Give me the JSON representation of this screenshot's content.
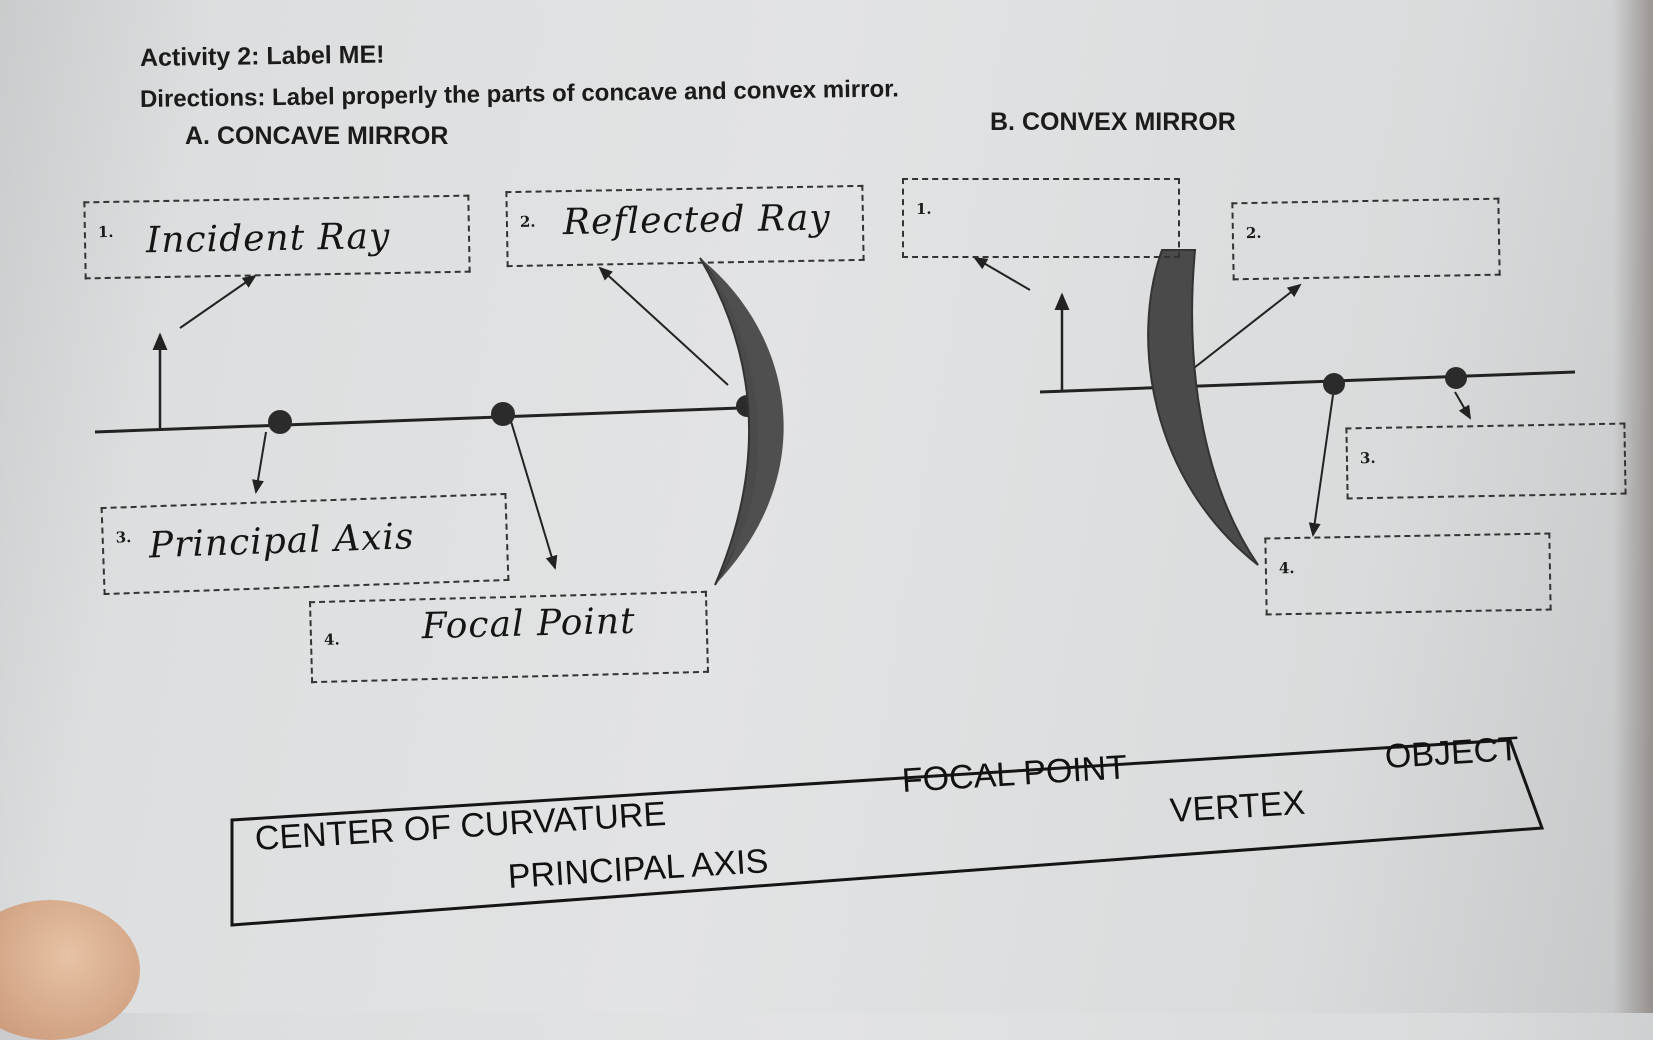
{
  "worksheet": {
    "title": "Activity 2: Label ME!",
    "directions": "Directions: Label properly the parts of concave and convex mirror.",
    "section_a": {
      "heading": "A. CONCAVE MIRROR",
      "boxes": [
        {
          "number": "1.",
          "answer": "Incident Ray"
        },
        {
          "number": "2.",
          "answer": "Reflected Ray"
        },
        {
          "number": "3.",
          "answer": "Principal Axis"
        },
        {
          "number": "4.",
          "answer": "Focal Point"
        }
      ]
    },
    "section_b": {
      "heading": "B. CONVEX MIRROR",
      "boxes": [
        {
          "number": "1.",
          "answer": ""
        },
        {
          "number": "2.",
          "answer": ""
        },
        {
          "number": "3.",
          "answer": ""
        },
        {
          "number": "4.",
          "answer": ""
        }
      ]
    },
    "word_bank": [
      "CENTER OF CURVATURE",
      "PRINCIPAL AXIS",
      "FOCAL POINT",
      "VERTEX",
      "OBJECT"
    ]
  },
  "colors": {
    "paper": "#e0e1e2",
    "ink": "#1b1b1b",
    "mirror": "#4a4a4a"
  }
}
